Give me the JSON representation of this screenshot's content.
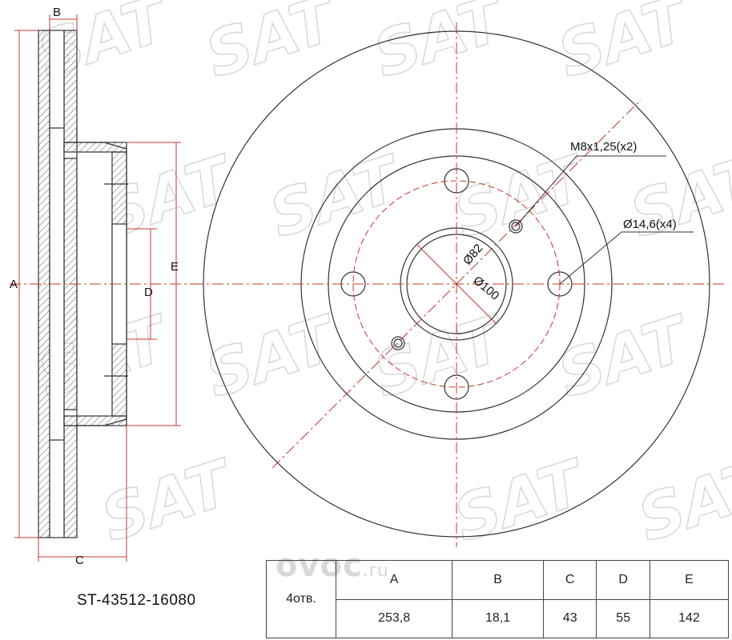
{
  "drawing": {
    "labels": {
      "A": "A",
      "B": "B",
      "C": "C",
      "D": "D",
      "E": "E"
    },
    "callouts": {
      "thread": "M8x1,25(x2)",
      "bolt_hole": "Ø14,6(x4)",
      "center_bore": "Ø82",
      "pcd": "Ø100"
    },
    "watermark": "SAT",
    "colors": {
      "line": "#333333",
      "dim_line": "#c0392b",
      "watermark": "#d8d8d8"
    }
  },
  "part_number": "ST-43512-16080",
  "brand_watermark": {
    "name": "ovoc",
    "tld": ".ru"
  },
  "spec_table": {
    "holes_label": "4отв.",
    "headers": [
      "A",
      "B",
      "C",
      "D",
      "E"
    ],
    "values": [
      "253,8",
      "18,1",
      "43",
      "55",
      "142"
    ]
  }
}
